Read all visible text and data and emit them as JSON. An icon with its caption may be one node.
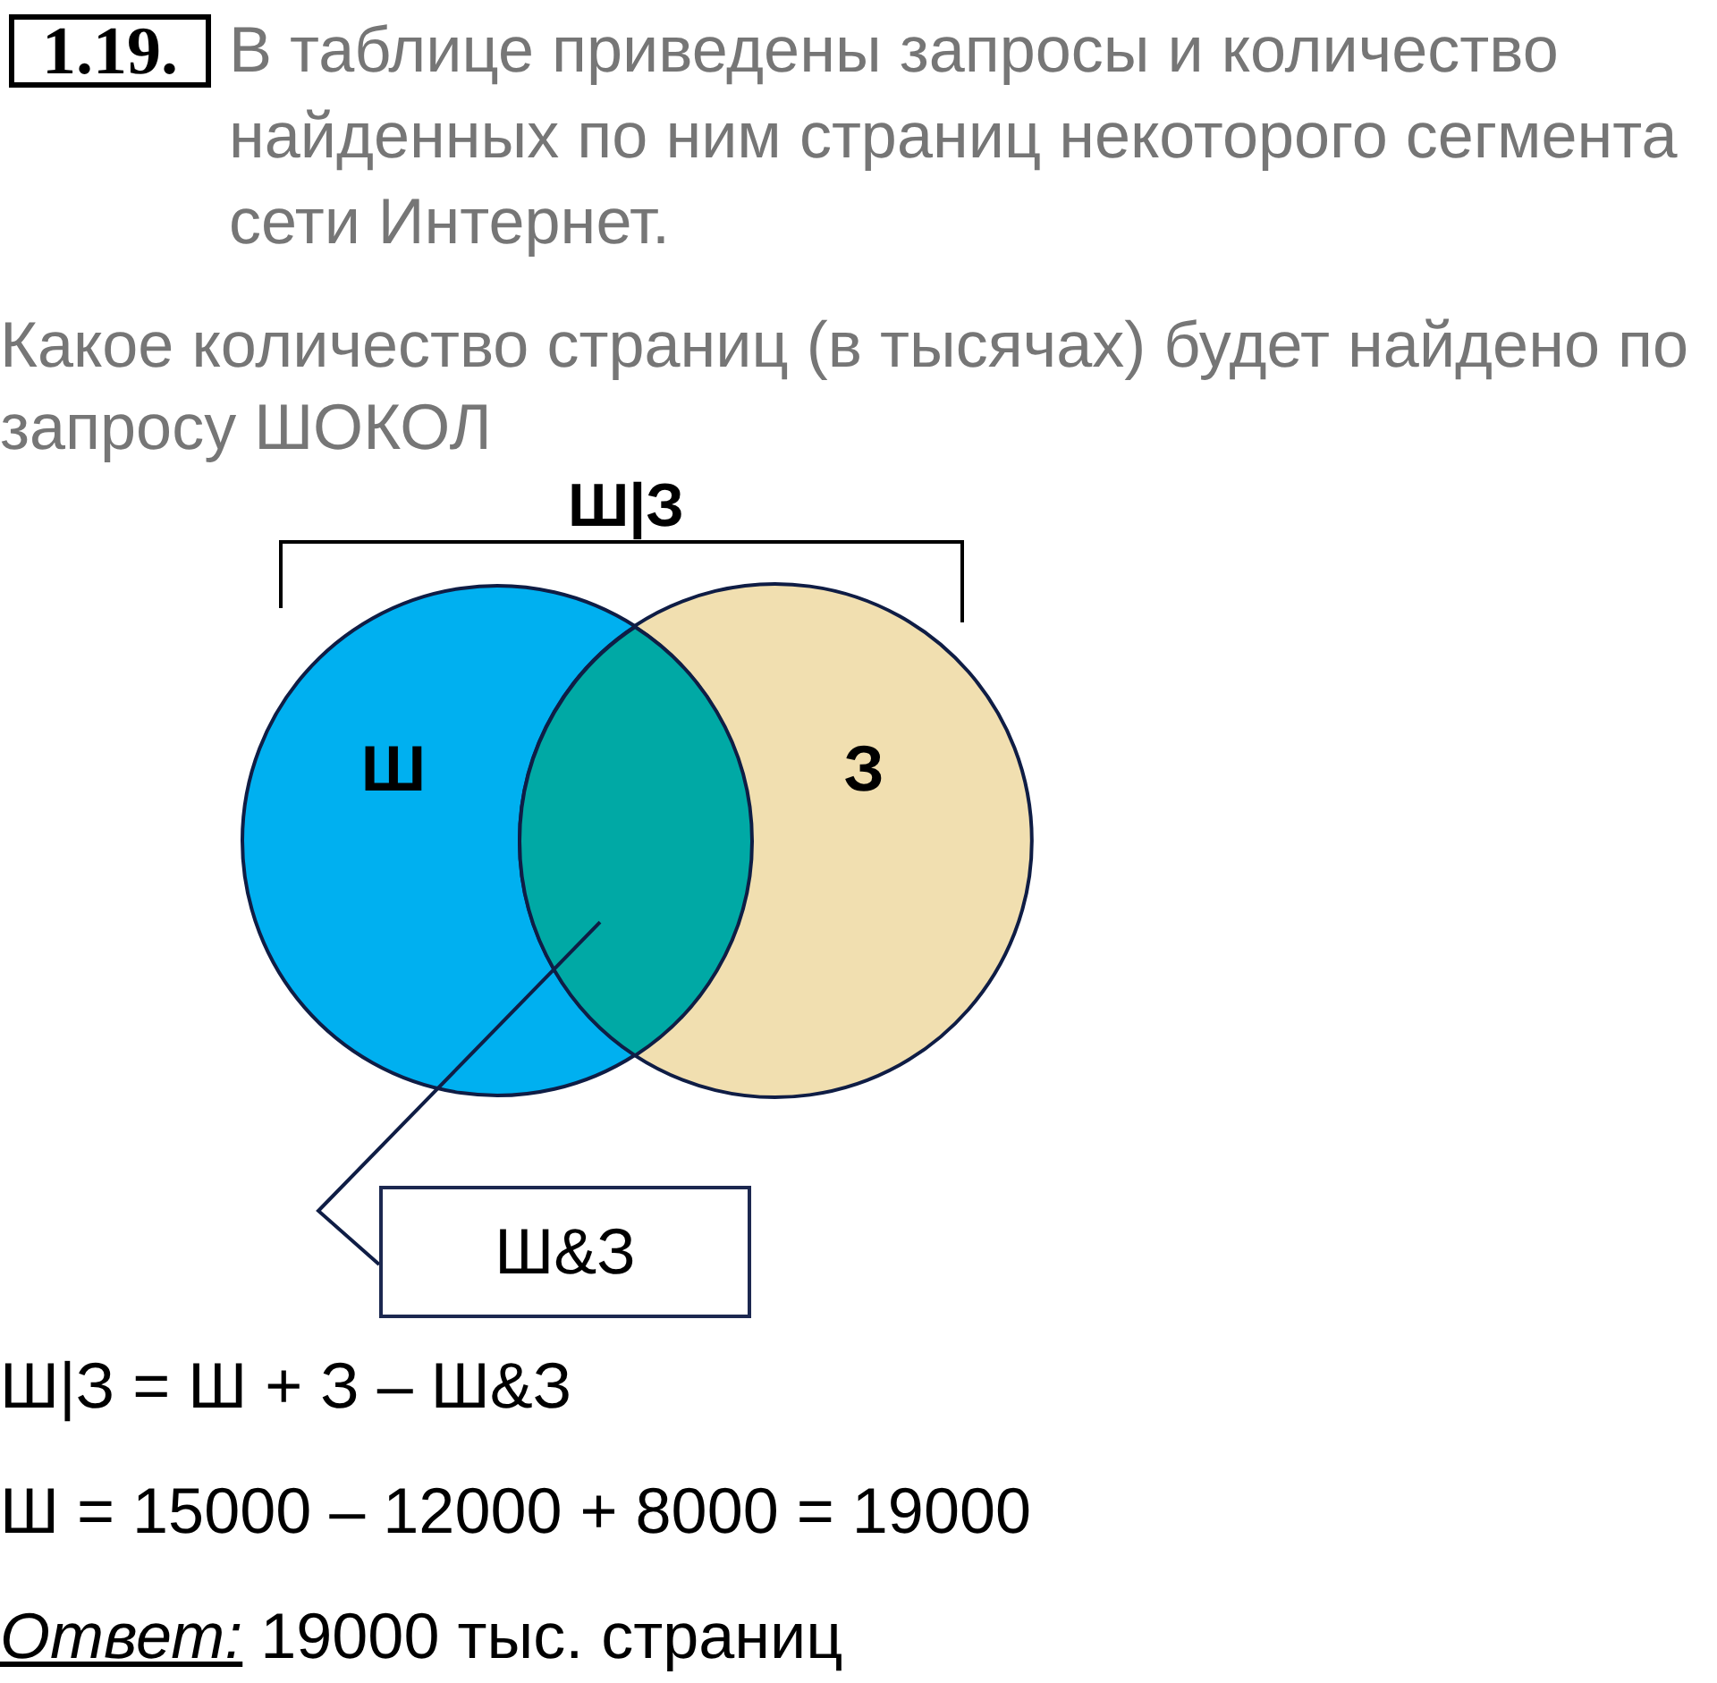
{
  "diagram": {
    "nodes": [
      {
        "text": [
          "1.19."
        ]
      },
      {
        "text": [
          "Ш"
        ]
      },
      {
        "text": [
          "З"
        ]
      },
      {
        "text": [],
        "shape": "lens"
      },
      {
        "text": [
          "Ш&З"
        ]
      }
    ],
    "edges": [
      {
        "from": 4,
        "to": 3,
        "arrow": "none"
      }
    ],
    "labels": [
      "В таблице приведены запросы и количество найденных по ним страниц некоторого сегмента сети Интернет.",
      "Какое количество страниц (в тысячах) будет найдено по запросу ШОКОЛ",
      "Ш|З",
      "Ш|З = Ш + З – Ш&З",
      "Ш = 15000 – 12000 + 8000 = 19000",
      "*Ответ:* 19000 тыс. страниц"
    ]
  }
}
